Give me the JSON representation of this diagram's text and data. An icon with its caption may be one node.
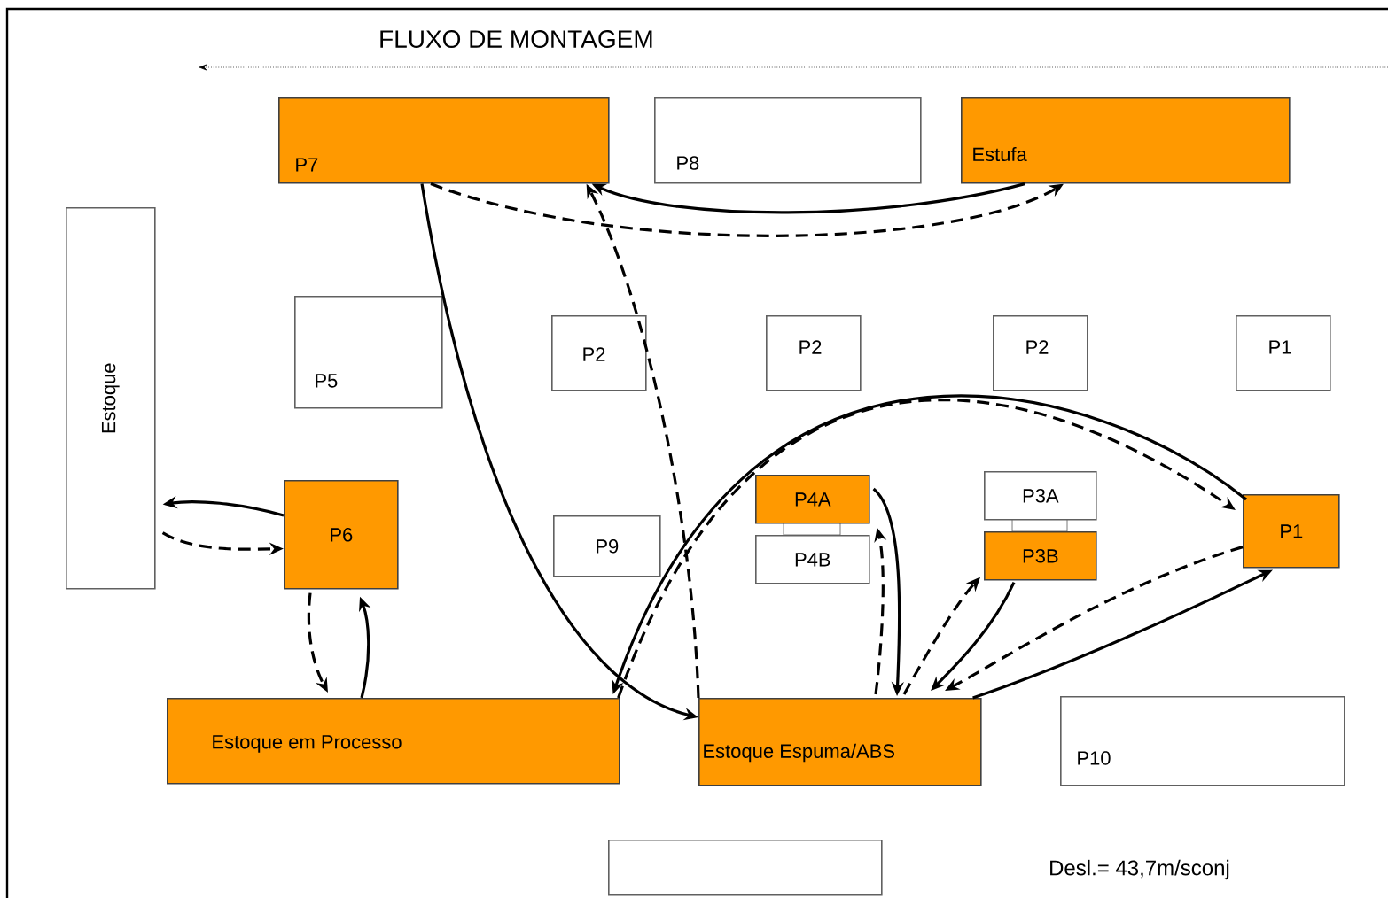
{
  "diagram": {
    "title": "FLUXO DE MONTAGEM",
    "nodes": [
      {
        "text": [
          "P7"
        ]
      },
      {
        "text": [
          "P8"
        ]
      },
      {
        "text": [
          "Estufa"
        ]
      },
      {
        "text": [
          "Estoque"
        ]
      },
      {
        "text": [
          "P5"
        ]
      },
      {
        "text": [
          "P2"
        ]
      },
      {
        "text": [
          "P2"
        ]
      },
      {
        "text": [
          "P2"
        ]
      },
      {
        "text": [
          "P1"
        ]
      },
      {
        "text": [
          "P6"
        ]
      },
      {
        "text": [
          "P9"
        ]
      },
      {
        "text": [
          "P4A"
        ]
      },
      {
        "text": [
          "P3A"
        ]
      },
      {
        "text": [
          "P1"
        ]
      },
      {
        "text": [
          "P4B"
        ]
      },
      {
        "text": [
          "P3B"
        ]
      },
      {
        "text": [
          "Estoque em Processo"
        ]
      },
      {
        "text": [
          "Estoque Espuma/ABS"
        ]
      },
      {
        "text": [
          "P10"
        ]
      },
      {
        "text": [],
        "shape": "box"
      }
    ],
    "edges": [
      {
        "from": 2,
        "to": 0,
        "arrow": "to"
      },
      {
        "from": 0,
        "to": 2,
        "arrow": "to",
        "style": "dashed"
      },
      {
        "from": 0,
        "to": 17,
        "arrow": "to"
      },
      {
        "from": 17,
        "to": 0,
        "arrow": "to",
        "style": "dashed"
      },
      {
        "from": 9,
        "to": 3,
        "arrow": "to"
      },
      {
        "from": 3,
        "to": 9,
        "arrow": "to",
        "style": "dashed"
      },
      {
        "from": 9,
        "to": 16,
        "arrow": "to",
        "style": "dashed"
      },
      {
        "from": 16,
        "to": 9,
        "arrow": "to"
      },
      {
        "from": 13,
        "to": 16,
        "arrow": "to"
      },
      {
        "from": 16,
        "to": 13,
        "arrow": "to",
        "style": "dashed"
      },
      {
        "from": 11,
        "to": 17,
        "arrow": "to"
      },
      {
        "from": 17,
        "to": 11,
        "arrow": "to",
        "style": "dashed"
      },
      {
        "from": 17,
        "to": 15,
        "arrow": "to",
        "style": "dashed"
      },
      {
        "from": 15,
        "to": 17,
        "arrow": "to"
      },
      {
        "from": 13,
        "to": 17,
        "arrow": "to",
        "style": "dashed"
      },
      {
        "from": 17,
        "to": 13,
        "arrow": "to"
      }
    ],
    "labels": [
      "Desl.= 43,7m/sconj"
    ]
  }
}
